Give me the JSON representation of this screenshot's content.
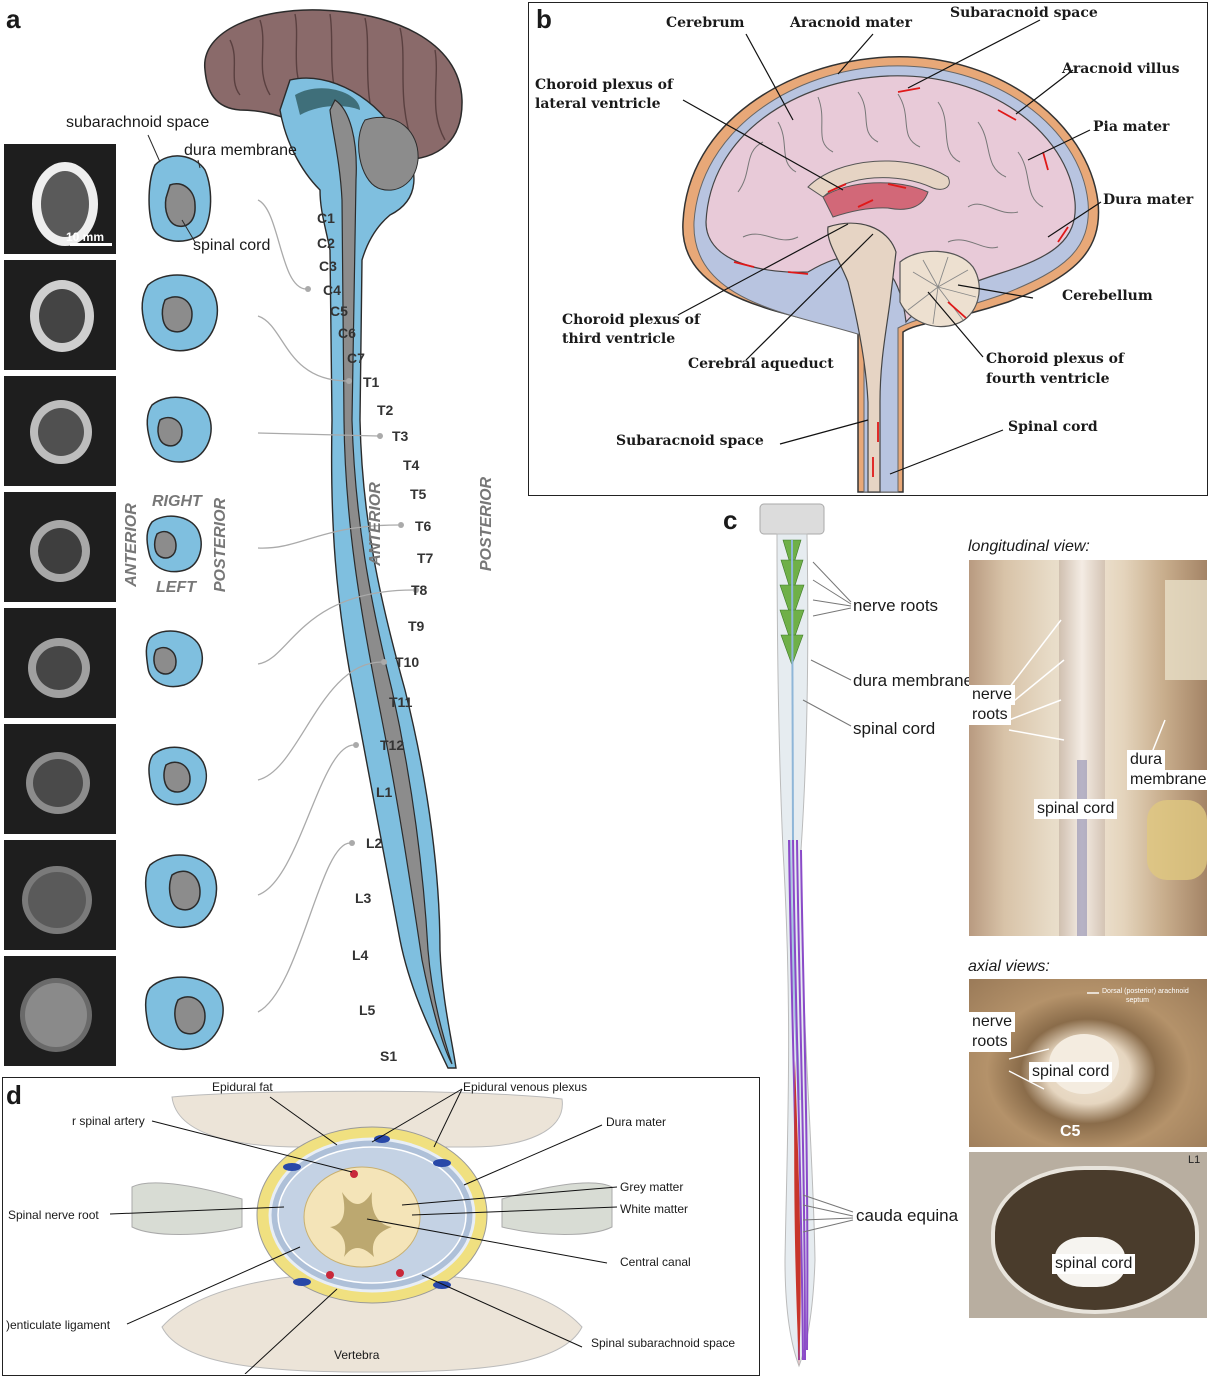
{
  "panels": {
    "a": "a",
    "b": "b",
    "c": "c",
    "d": "d"
  },
  "panel_a": {
    "labels": {
      "subarachnoid": "subarachnoid space",
      "dura": "dura membrane",
      "cord": "spinal cord",
      "scale": "10 mm"
    },
    "orientation": {
      "right": "RIGHT",
      "left": "LEFT",
      "anterior": "ANTERIOR",
      "posterior": "POSTERIOR"
    },
    "vertebrae": [
      "C1",
      "C2",
      "C3",
      "C4",
      "C5",
      "C6",
      "C7",
      "T1",
      "T2",
      "T3",
      "T4",
      "T5",
      "T6",
      "T7",
      "T8",
      "T9",
      "T10",
      "T11",
      "T12",
      "L1",
      "L2",
      "L3",
      "L4",
      "L5",
      "S1"
    ],
    "colors": {
      "csf": "#7fbfdf",
      "cord": "#8c8c8c",
      "brain": "#8a6a6a",
      "outline": "#2b2b2b"
    }
  },
  "panel_b": {
    "labels": {
      "cerebrum": "Cerebrum",
      "aracnoid_mater": "Aracnoid mater",
      "subaracnoid_space_top": "Subaracnoid space",
      "aracnoid_villus": "Aracnoid villus",
      "pia_mater": "Pia mater",
      "dura_mater": "Dura mater",
      "choroid_lateral_1": "Choroid plexus of",
      "choroid_lateral_2": "lateral ventricle",
      "cerebellum": "Cerebellum",
      "choroid_third_1": "Choroid plexus of",
      "choroid_third_2": "third ventricle",
      "cerebral_aqueduct": "Cerebral aqueduct",
      "choroid_fourth_1": "Choroid plexus of",
      "choroid_fourth_2": "fourth ventricle",
      "subaracnoid_space_bottom": "Subaracnoid space",
      "spinal_cord": "Spinal cord"
    }
  },
  "panel_c": {
    "labels": {
      "nerve_roots": "nerve roots",
      "dura_membrane": "dura membrane",
      "spinal_cord": "spinal cord",
      "cauda_equina": "cauda equina",
      "longitudinal_view": "longitudinal view:",
      "nerve_1": "nerve",
      "roots_1": "roots",
      "dura_1": "dura",
      "membrane_1": "membrane",
      "spinal_cord_photo": "spinal cord",
      "axial_views": "axial views:",
      "nerve_2": "nerve",
      "roots_2": "roots",
      "spinal_cord_axial1": "spinal cord",
      "c5": "C5",
      "dorsal_septum_1": "Dorsal (posterior) arachnoid",
      "dorsal_septum_2": "septum",
      "l1": "L1",
      "spinal_cord_axial2": "spinal cord"
    }
  },
  "panel_d": {
    "labels": {
      "epidural_fat": "Epidural fat",
      "epidural_venous": "Epidural venous plexus",
      "spinal_artery": "r spinal artery",
      "dura_mater": "Dura mater",
      "grey_matter": "Grey matter",
      "spinal_nerve_root": "Spinal nerve root",
      "white_matter": "White matter",
      "central_canal": "Central canal",
      "denticulate": ")enticulate ligament",
      "subarachnoid": "Spinal subarachnoid space",
      "vertebra": "Vertebra"
    }
  }
}
